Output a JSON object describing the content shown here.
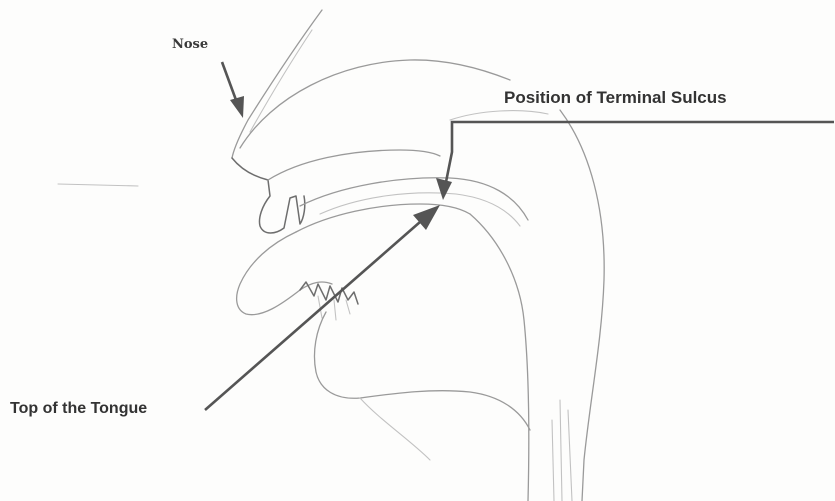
{
  "labels": {
    "nose": "Nose",
    "terminal_sulcus": "Position of Terminal Sulcus",
    "tongue_top": "Top of the Tongue"
  },
  "colors": {
    "sketch_line": "#9a9a9a",
    "leader_line": "#555555",
    "label_text": "#333333",
    "background": "#fdfdfc"
  }
}
